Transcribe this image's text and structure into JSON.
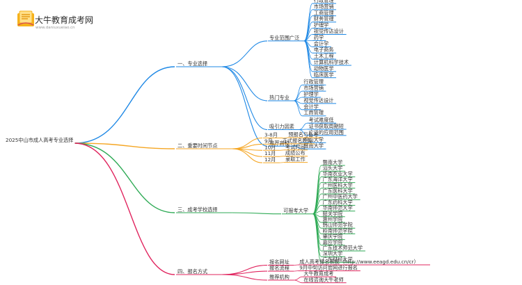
{
  "watermark": {
    "brand": "大牛教育成考网",
    "url": "www.daniuxueiao.cn"
  },
  "root": "2025中山市成人高考专业选择",
  "colors": {
    "blue": "#1e88e5",
    "orange": "#f5a623",
    "green": "#2eaa55",
    "pink": "#e0245e",
    "text": "#333333"
  },
  "branches": [
    {
      "label": "一、专业选择",
      "color": "blue",
      "children": [
        {
          "label": "专业范围广泛",
          "items": [
            "行政管理",
            "市场营销",
            "工商管理",
            "财务管理",
            "护理学",
            "视觉传达设计",
            "药学",
            "会计学",
            "电子商务",
            "土木工程",
            "计算机科学技术",
            "动物医学",
            "临床医学"
          ]
        },
        {
          "label": "热门专业",
          "items": [
            "行政管理",
            "市场营销",
            "护理学",
            "视觉传达设计",
            "会计学",
            "工商管理"
          ]
        },
        {
          "label": "吸引力因素",
          "items": [
            "考试难度低",
            "证书获取周期短",
            "广泛的应用范围"
          ]
        },
        {
          "label": "推荐高校",
          "items": [
            "中山大学",
            "暨南大学"
          ]
        }
      ]
    },
    {
      "label": "二、重要时间节点",
      "color": "orange",
      "children": [
        {
          "label": "3-8月",
          "items": [
            "预报名与备考"
          ]
        },
        {
          "label": "9月",
          "items": [
            "正式报名阶段"
          ]
        },
        {
          "label": "10月",
          "items": [
            "考试时间"
          ]
        },
        {
          "label": "11月",
          "items": [
            "成绩公布"
          ]
        },
        {
          "label": "12月",
          "items": [
            "录取工作"
          ]
        }
      ]
    },
    {
      "label": "三、成考学校选择",
      "color": "green",
      "children": [
        {
          "label": "可报考大学",
          "items": [
            "暨南大学",
            "汕头大学",
            "华南农业大学",
            "广东海洋大学",
            "广州医科大学",
            "广东医科大学",
            "广州中医药大学",
            "广东药科大学",
            "华南师范大学",
            "韶关学院",
            "惠州学院",
            "韩山师范学院",
            "岭南师范学院",
            "肇庆学院",
            "嘉应学院",
            "广东技术师范大学",
            "深圳大学",
            "广东财经大学"
          ]
        }
      ]
    },
    {
      "label": "四、报名方式",
      "color": "pink",
      "children": [
        {
          "label": "报名网址",
          "items": [
            "成人高考报名系统（http://www.eeagd.edu.cn/cr）"
          ]
        },
        {
          "label": "报名流程",
          "items": [
            "9月中旬访问官网进行报名"
          ]
        },
        {
          "label": "推荐机构",
          "items": [
            "大牛教育成考",
            "在线咨询大牛老师"
          ]
        }
      ]
    }
  ]
}
